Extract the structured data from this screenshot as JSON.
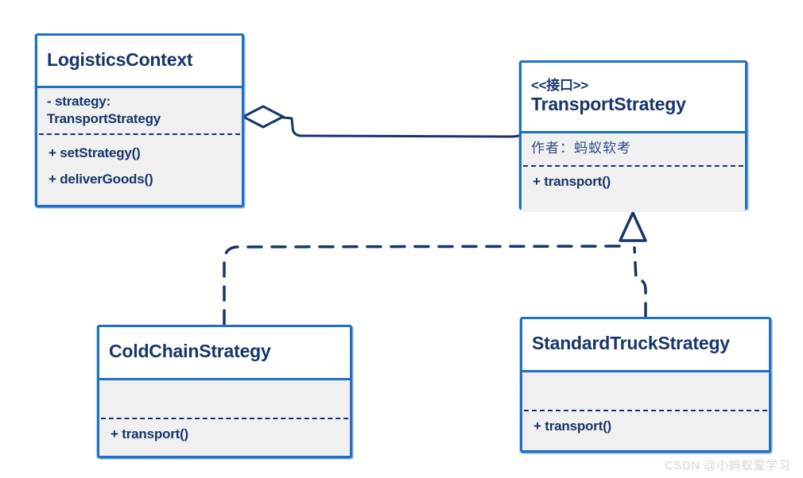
{
  "diagram": {
    "type": "uml-class-diagram",
    "style": "hand-drawn-sketch",
    "colors": {
      "border": "#1f6fc4",
      "text": "#17356b",
      "compartment_fill": "#f0f0f0",
      "title_fill": "#ffffff",
      "connector": "#17356b",
      "watermark": "#d4d4d4"
    }
  },
  "classes": {
    "logistics_context": {
      "name": "LogisticsContext",
      "stereotype": "",
      "attributes": [
        "- strategy:\nTransportStrategy"
      ],
      "operations": [
        "+ setStrategy()",
        "+ deliverGoods()"
      ]
    },
    "transport_strategy": {
      "name": "TransportStrategy",
      "stereotype": "<<接口>>",
      "attributes": [
        "作者：蚂蚁软考"
      ],
      "operations": [
        "+ transport()"
      ]
    },
    "cold_chain_strategy": {
      "name": "ColdChainStrategy",
      "stereotype": "",
      "attributes": [
        ""
      ],
      "operations": [
        "+ transport()"
      ]
    },
    "standard_truck_strategy": {
      "name": "StandardTruckStrategy",
      "stereotype": "",
      "attributes": [
        ""
      ],
      "operations": [
        "+ transport()"
      ]
    }
  },
  "relationships": [
    {
      "kind": "aggregation",
      "from": "LogisticsContext",
      "to": "TransportStrategy",
      "line": "solid",
      "source_decoration": "hollow-diamond"
    },
    {
      "kind": "realization",
      "from": "ColdChainStrategy",
      "to": "TransportStrategy",
      "line": "dashed",
      "target_decoration": "hollow-triangle"
    },
    {
      "kind": "realization",
      "from": "StandardTruckStrategy",
      "to": "TransportStrategy",
      "line": "dashed",
      "target_decoration": "hollow-triangle"
    }
  ],
  "watermark": "CSDN @小蚂蚁爱学习"
}
